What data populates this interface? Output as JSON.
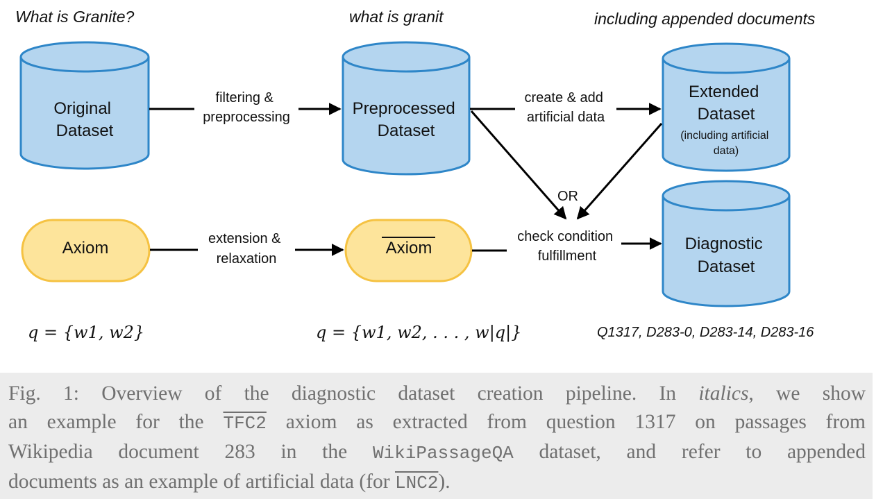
{
  "examples": {
    "query_original": "What is Granite?",
    "query_preprocessed": "what is granit",
    "extended_note": "including appended documents",
    "query_set_original": "q = {w1, w2}",
    "query_set_general": "q = {w1, w2, . . . , w|q|}",
    "doc_ids": "Q1317, D283-0, D283-14, D283-16"
  },
  "nodes": {
    "original": [
      "Original",
      "Dataset"
    ],
    "preprocessed": [
      "Preprocessed",
      "Dataset"
    ],
    "extended": [
      "Extended",
      "Dataset"
    ],
    "extended_sub": [
      "(including artificial",
      "data)"
    ],
    "diagnostic": [
      "Diagnostic",
      "Dataset"
    ],
    "axiom": "Axiom",
    "axiom_bar": "Axiom"
  },
  "edges": {
    "filtering": [
      "filtering &",
      "preprocessing"
    ],
    "create": [
      "create & add",
      "artificial data"
    ],
    "or": "OR",
    "extension": [
      "extension &",
      "relaxation"
    ],
    "check": [
      "check condition",
      "fulfillment"
    ]
  },
  "colors": {
    "cylinder_fill": "#b4d5ef",
    "cylinder_stroke": "#2e86c8",
    "axiom_fill": "#fde49b",
    "axiom_stroke": "#f5c242",
    "caption_bg": "#ececec",
    "caption_text": "#707070"
  },
  "caption": {
    "l1": {
      "a": "Fig. 1: Overview of the diagnostic dataset creation pipeline. In ",
      "italic": "italics",
      "b": ", we show"
    },
    "l2": {
      "a": "an example for the ",
      "code": "TFC2",
      "b": " axiom as extracted from question 1317 on passages from"
    },
    "l3": {
      "a": "Wikipedia document 283 in the ",
      "code": "WikiPassageQA",
      "b": " dataset, and refer to appended"
    },
    "l4": {
      "a": "documents as an example of artificial data (for ",
      "code": "LNC2",
      "b": ")."
    }
  }
}
